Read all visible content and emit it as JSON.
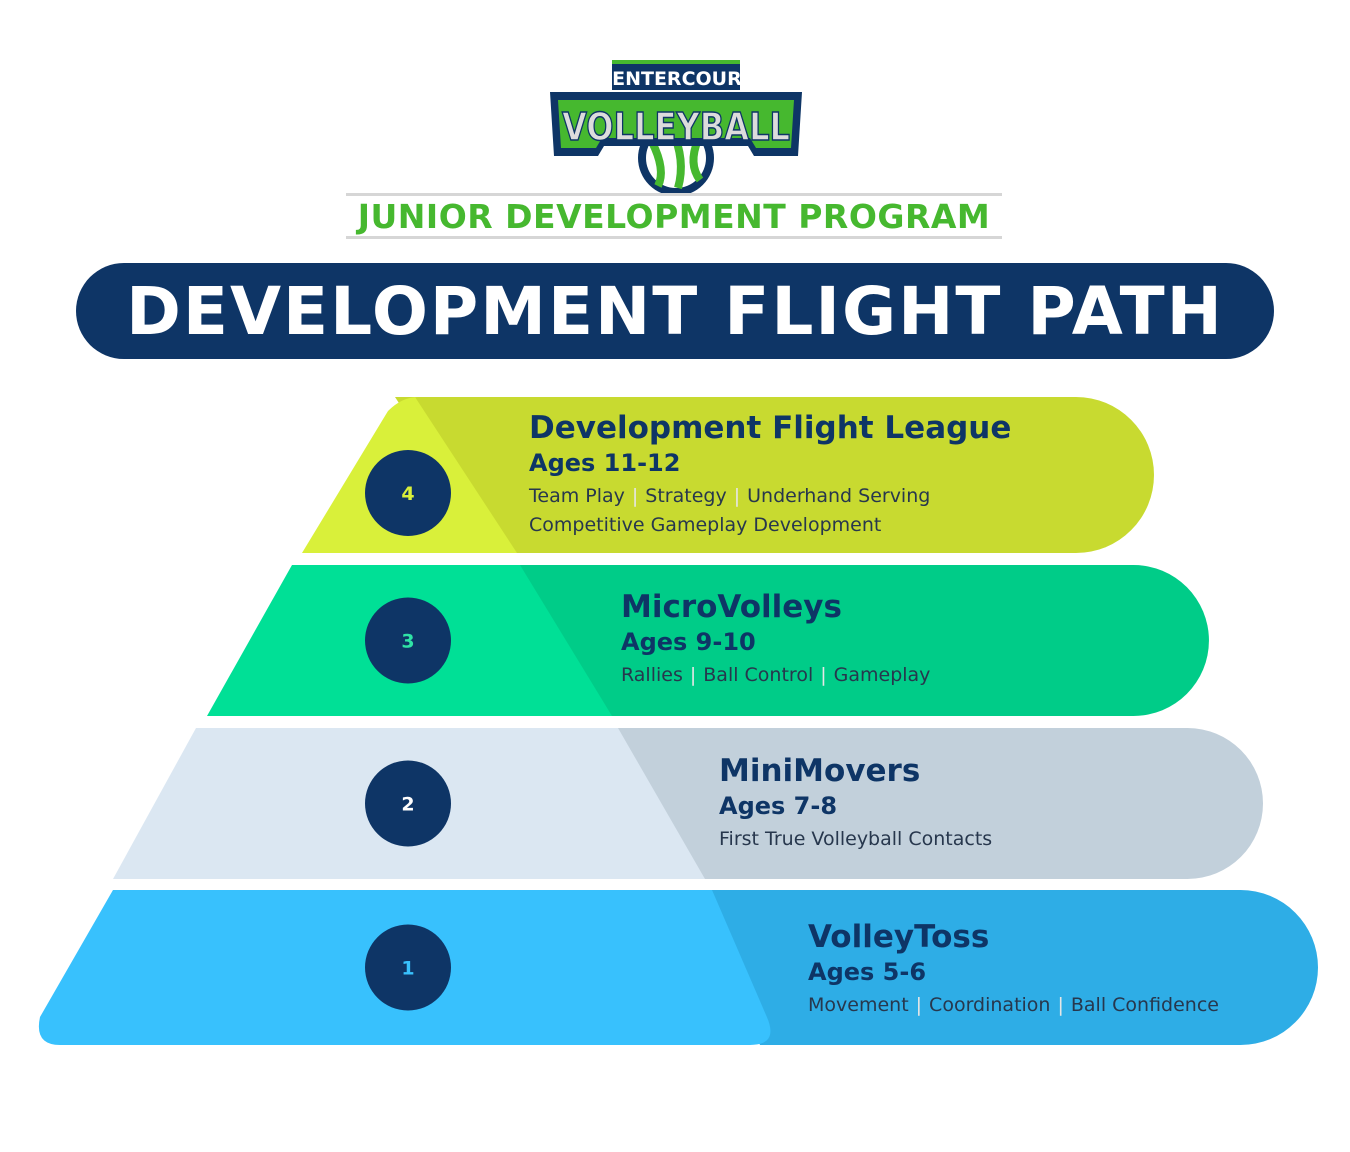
{
  "logo": {
    "top_text": "CENTERCOURT",
    "main_text": "VOLLEYBALL",
    "colors": {
      "navy": "#0e3566",
      "green": "#46b82f",
      "silver": "#dcdcdc"
    }
  },
  "subtitle": "JUNIOR DEVELOPMENT PROGRAM",
  "title": "DEVELOPMENT FLIGHT PATH",
  "tiers": [
    {
      "number": "4",
      "name": "Development Flight League",
      "ages": "Ages 11-12",
      "skills": [
        "Team Play",
        "Strategy",
        "Underhand Serving"
      ],
      "skills_line2": "Competitive Gameplay Development",
      "light_color": "#d9f03a",
      "dark_color": "#c8da30",
      "number_color": "#d9f03a"
    },
    {
      "number": "3",
      "name": "MicroVolleys",
      "ages": "Ages 9-10",
      "skills": [
        "Rallies",
        "Ball Control",
        "Gameplay"
      ],
      "light_color": "#00e096",
      "dark_color": "#00cc88",
      "number_color": "#2fe3a6"
    },
    {
      "number": "2",
      "name": "MiniMovers",
      "ages": "Ages 7-8",
      "skills": [
        "First True Volleyball Contacts"
      ],
      "light_color": "#dbe7f2",
      "dark_color": "#c2d0db",
      "number_color": "#ffffff"
    },
    {
      "number": "1",
      "name": "VolleyToss",
      "ages": "Ages 5-6",
      "skills": [
        "Movement",
        "Coordination",
        "Ball Confidence"
      ],
      "light_color": "#38c1fd",
      "dark_color": "#2eade6",
      "number_color": "#38c1fd"
    }
  ]
}
